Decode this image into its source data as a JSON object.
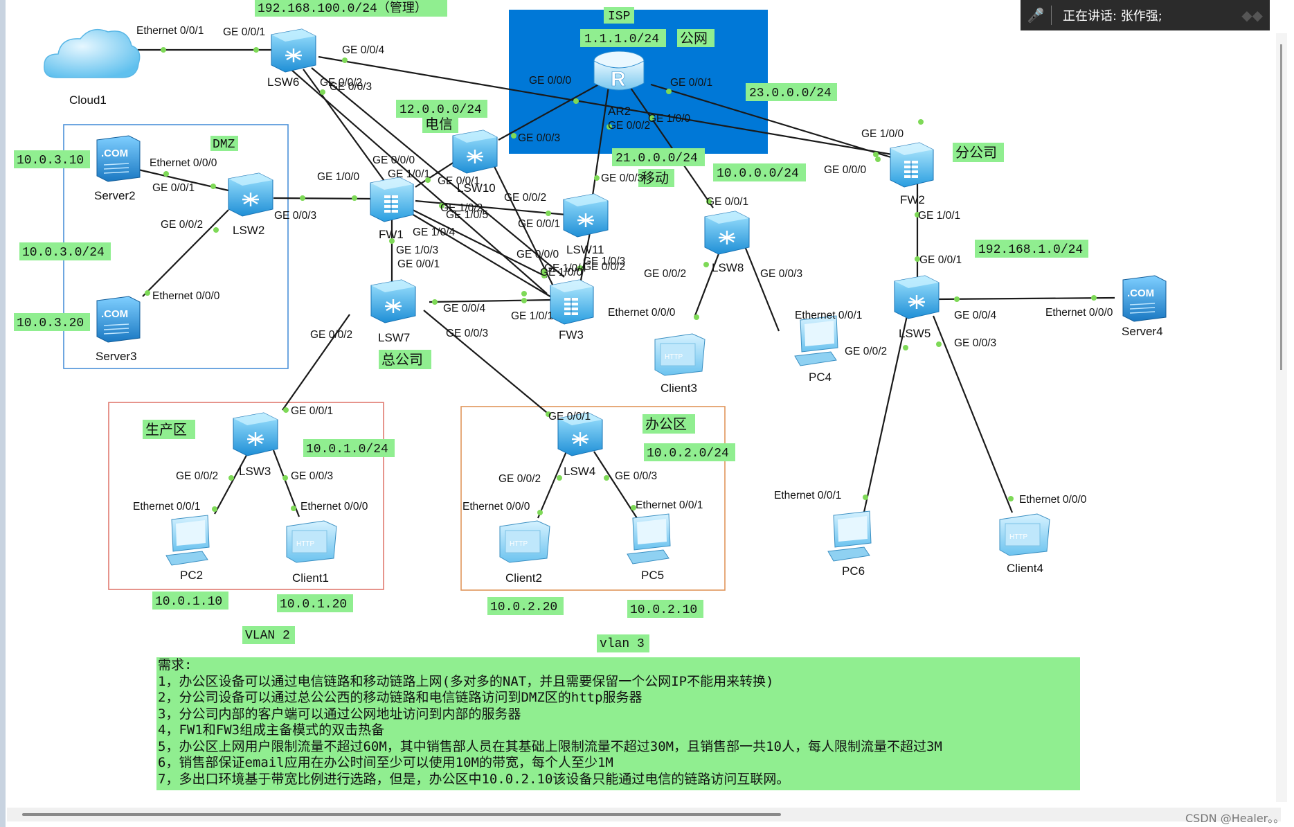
{
  "window": {
    "speaking_indicator": "正在讲话:  张作强;"
  },
  "devices": [
    {
      "id": "cloud1",
      "name": "Cloud1",
      "kind": "cloud"
    },
    {
      "id": "lsw6",
      "name": "LSW6",
      "kind": "switch"
    },
    {
      "id": "ar2",
      "name": "AR2",
      "kind": "router"
    },
    {
      "id": "lsw2",
      "name": "LSW2",
      "kind": "switch"
    },
    {
      "id": "fw1",
      "name": "FW1",
      "kind": "firewall"
    },
    {
      "id": "lsw10",
      "name": "LSW10",
      "kind": "switch"
    },
    {
      "id": "lsw11",
      "name": "LSW11",
      "kind": "switch"
    },
    {
      "id": "fw2",
      "name": "FW2",
      "kind": "firewall"
    },
    {
      "id": "lsw8",
      "name": "LSW8",
      "kind": "switch"
    },
    {
      "id": "lsw7",
      "name": "LSW7",
      "kind": "switch"
    },
    {
      "id": "fw3",
      "name": "FW3",
      "kind": "firewall"
    },
    {
      "id": "lsw5",
      "name": "LSW5",
      "kind": "switch"
    },
    {
      "id": "lsw3",
      "name": "LSW3",
      "kind": "switch"
    },
    {
      "id": "lsw4",
      "name": "LSW4",
      "kind": "switch"
    },
    {
      "id": "server2",
      "name": "Server2",
      "kind": "server"
    },
    {
      "id": "server3",
      "name": "Server3",
      "kind": "server"
    },
    {
      "id": "server4",
      "name": "Server4",
      "kind": "server"
    },
    {
      "id": "client3",
      "name": "Client3",
      "kind": "client"
    },
    {
      "id": "pc4",
      "name": "PC4",
      "kind": "pc"
    },
    {
      "id": "pc2",
      "name": "PC2",
      "kind": "pc"
    },
    {
      "id": "client1",
      "name": "Client1",
      "kind": "client"
    },
    {
      "id": "client2",
      "name": "Client2",
      "kind": "client"
    },
    {
      "id": "pc5",
      "name": "PC5",
      "kind": "pc"
    },
    {
      "id": "pc6",
      "name": "PC6",
      "kind": "pc"
    },
    {
      "id": "client4",
      "name": "Client4",
      "kind": "client"
    }
  ],
  "icon_texts": {
    "server": ".COM",
    "client": "HTTP",
    "router": "R"
  },
  "zones": {
    "isp": {
      "label": "ISP",
      "color": "#0078d7"
    },
    "dmz": {
      "label": "DMZ",
      "color": "#4a90d9"
    },
    "prod": {
      "label": "生产区",
      "color": "#e07a70"
    },
    "office": {
      "label": "办公区",
      "color": "#e0955a"
    }
  },
  "tags": {
    "mgmt_net": "192.168.100.0/24（管理）",
    "public_ip": "1.1.1.0/24",
    "public_net": "公网",
    "net12": "12.0.0.0/24",
    "telecom": "电信",
    "net23": "23.0.0.0/24",
    "net21": "21.0.0.0/24",
    "mobile": "移动",
    "net10": "10.0.0.0/24",
    "branch": "分公司",
    "net192_1": "192.168.1.0/24",
    "dmz_ip1": "10.0.3.10",
    "dmz_net": "10.0.3.0/24",
    "dmz_ip2": "10.0.3.20",
    "hq": "总公司",
    "net101": "10.0.1.0/24",
    "net102": "10.0.2.0/24",
    "ip1010": "10.0.1.10",
    "ip1020": "10.0.1.20",
    "ip2020": "10.0.2.20",
    "ip2010": "10.0.2.10",
    "vlan2": "VLAN 2",
    "vlan3": "vlan 3"
  },
  "ports": {
    "c1_e001": "Ethernet 0/0/1",
    "l6_g001": "GE 0/0/1",
    "l6_g004": "GE 0/0/4",
    "l6_g002": "GE 0/0/2",
    "l6_g003": "GE 0/0/3",
    "ar_g000": "GE 0/0/0",
    "ar_g001": "GE 0/0/1",
    "ar_g100": "GE 1/0/0",
    "ar_g002": "GE 0/0/2",
    "s2_e000": "Ethernet 0/0/0",
    "l2_g001": "GE 0/0/1",
    "l2_g002": "GE 0/0/2",
    "l2_g003": "GE 0/0/3",
    "s3_e000": "Ethernet 0/0/0",
    "fw1_g100": "GE 1/0/0",
    "fw1_g000": "GE 0/0/0",
    "fw1_g101": "GE 1/0/1",
    "fw1_g102": "GE 1/0/2",
    "fw1_g105": "GE 1/0/5",
    "fw1_g104": "GE 1/0/4",
    "fw1_g103": "GE 1/0/3",
    "l10_g003": "GE 0/0/3",
    "l10_g001": "GE 0/0/1",
    "l10_g002": "GE 0/0/2",
    "l11_g003": "GE 0/0/3",
    "l11_g001": "GE 0/0/1",
    "l11_g000": "GE 0/0/0",
    "l11_g103": "GE 1/0/3",
    "l11_g002": "GE 0/0/2",
    "fw3_g100": "GE 1/0/0",
    "fw3_g104": "GE 1/0/4",
    "fw3_g101": "GE 1/0/1",
    "fw2_g100": "GE 1/0/0",
    "fw2_g000": "GE 0/0/0",
    "fw2_g101": "GE 1/0/1",
    "l8_g001": "GE 0/0/1",
    "l8_g002": "GE 0/0/2",
    "l8_g003": "GE 0/0/3",
    "c3_e000": "Ethernet 0/0/0",
    "pc4_e001": "Ethernet 0/0/1",
    "l5_g001": "GE 0/0/1",
    "l5_g004": "GE 0/0/4",
    "l5_g003": "GE 0/0/3",
    "l5_g002": "GE 0/0/2",
    "s4_e000": "Ethernet 0/0/0",
    "l7_g001": "GE 0/0/1",
    "l7_g002": "GE 0/0/2",
    "l7_g003": "GE 0/0/3",
    "l7_g004": "GE 0/0/4",
    "l3_g001": "GE 0/0/1",
    "l3_g002": "GE 0/0/2",
    "l3_g003": "GE 0/0/3",
    "pc2_e001": "Ethernet 0/0/1",
    "c1_e000": "Ethernet 0/0/0",
    "l4_g001": "GE 0/0/1",
    "l4_g002": "GE 0/0/2",
    "l4_g003": "GE 0/0/3",
    "c2_e000": "Ethernet 0/0/0",
    "pc5_e001": "Ethernet 0/0/1",
    "pc6_e001": "Ethernet 0/0/1",
    "c4_e000": "Ethernet 0/0/0"
  },
  "requirements": {
    "title": "需求:",
    "items": [
      "1，办公区设备可以通过电信链路和移动链路上网(多对多的NAT，并且需要保留一个公网IP不能用来转换)",
      "2，分公司设备可以通过总公公西的移动链路和电信链路访问到DMZ区的http服务器",
      "3，分公司内部的客户端可以通过公网地址访问到内部的服务器",
      "4，FW1和FW3组成主备模式的双击热备",
      "5，办公区上网用户限制流量不超过60M，其中销售部人员在其基础上限制流量不超过30M，且销售部一共10人，每人限制流量不超过3M",
      "6，销售部保证email应用在办公时间至少可以使用10M的带宽，每个人至少1M",
      "7，多出口环境基于带宽比例进行选路，但是，办公区中10.0.2.10该设备只能通过电信的链路访问互联网。"
    ]
  },
  "watermark": "CSDN @Healer。。",
  "colors": {
    "tag_bg": "#90ee90",
    "isp_bg": "#0078d7",
    "dot": "#7ed957"
  }
}
